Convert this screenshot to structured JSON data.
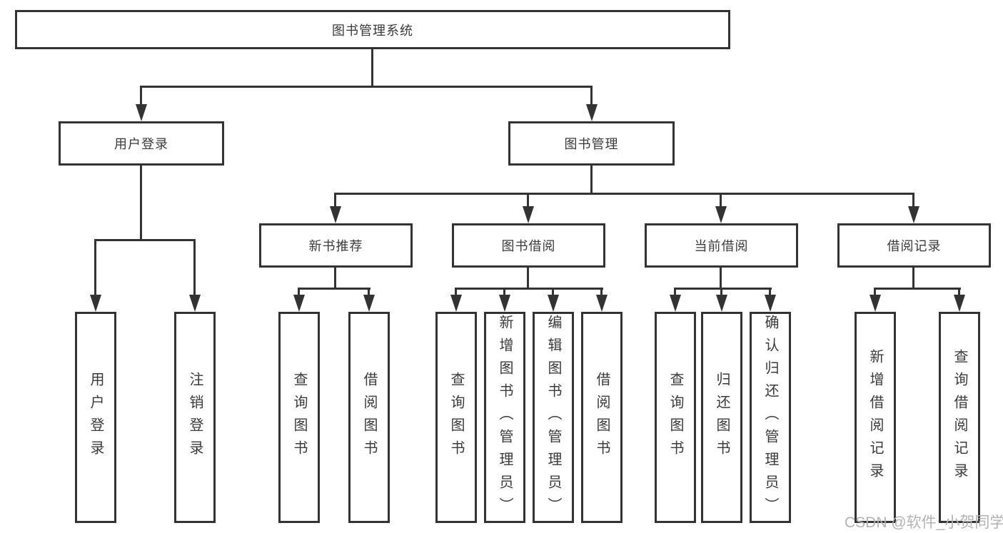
{
  "diagram": {
    "root": {
      "label": "图书管理系统"
    },
    "level2": [
      {
        "id": "user-login",
        "label": "用户登录",
        "parent": "图书管理系统"
      },
      {
        "id": "book-management",
        "label": "图书管理",
        "parent": "图书管理系统"
      }
    ],
    "level3": [
      {
        "id": "new-book-recommend",
        "label": "新书推荐",
        "parent": "图书管理"
      },
      {
        "id": "book-borrow",
        "label": "图书借阅",
        "parent": "图书管理"
      },
      {
        "id": "current-borrow",
        "label": "当前借阅",
        "parent": "图书管理"
      },
      {
        "id": "borrow-records",
        "label": "借阅记录",
        "parent": "图书管理"
      }
    ],
    "leaves": [
      {
        "label": "用户登录",
        "parent": "用户登录"
      },
      {
        "label": "注销登录",
        "parent": "用户登录"
      },
      {
        "label": "查询图书",
        "parent": "新书推荐"
      },
      {
        "label": "借阅图书",
        "parent": "新书推荐"
      },
      {
        "label": "查询图书",
        "parent": "图书借阅"
      },
      {
        "label": "新增图书（管理员）",
        "parent": "图书借阅"
      },
      {
        "label": "编辑图书（管理员）",
        "parent": "图书借阅"
      },
      {
        "label": "借阅图书",
        "parent": "图书借阅"
      },
      {
        "label": "查询图书",
        "parent": "当前借阅"
      },
      {
        "label": "归还图书",
        "parent": "当前借阅"
      },
      {
        "label": "确认归还（管理员）",
        "parent": "当前借阅"
      },
      {
        "label": "新增借阅记录",
        "parent": "借阅记录"
      },
      {
        "label": "查询借阅记录",
        "parent": "借阅记录"
      }
    ],
    "colors": {
      "line": "#333333",
      "text": "#3a3a3a",
      "background": "#ffffff",
      "watermark": "#b3b3b3"
    }
  },
  "watermark": {
    "text": "CSDN @软件_小贺同学"
  }
}
